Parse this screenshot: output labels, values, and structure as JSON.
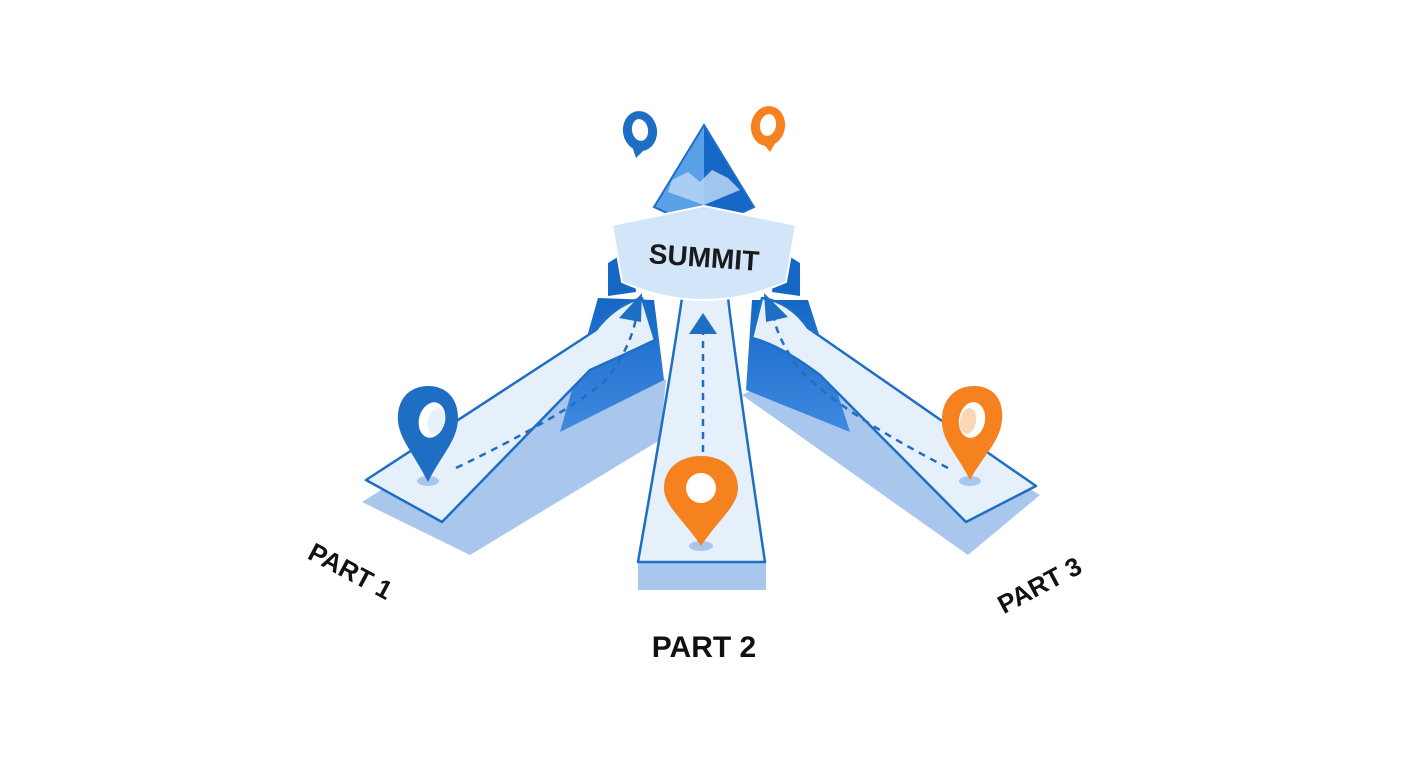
{
  "diagram": {
    "summit_label": "SUMMIT",
    "parts": [
      {
        "label": "PART 1",
        "pin_color": "#1e6fc4"
      },
      {
        "label": "PART 2",
        "pin_color": "#f5821f"
      },
      {
        "label": "PART 3",
        "pin_color": "#f5821f"
      }
    ],
    "floating_markers": [
      {
        "color": "#1e6fc4"
      },
      {
        "color": "#f5821f"
      }
    ],
    "colors": {
      "path_fill": "#e6f0fb",
      "path_edge": "#1e6fc4",
      "path_shadow": "#a9c7ec",
      "peak_dark": "#1567c6",
      "peak_light": "#5aa0e6",
      "banner_fill": "#d3e5f8",
      "arrow": "#1e6fc4"
    }
  }
}
